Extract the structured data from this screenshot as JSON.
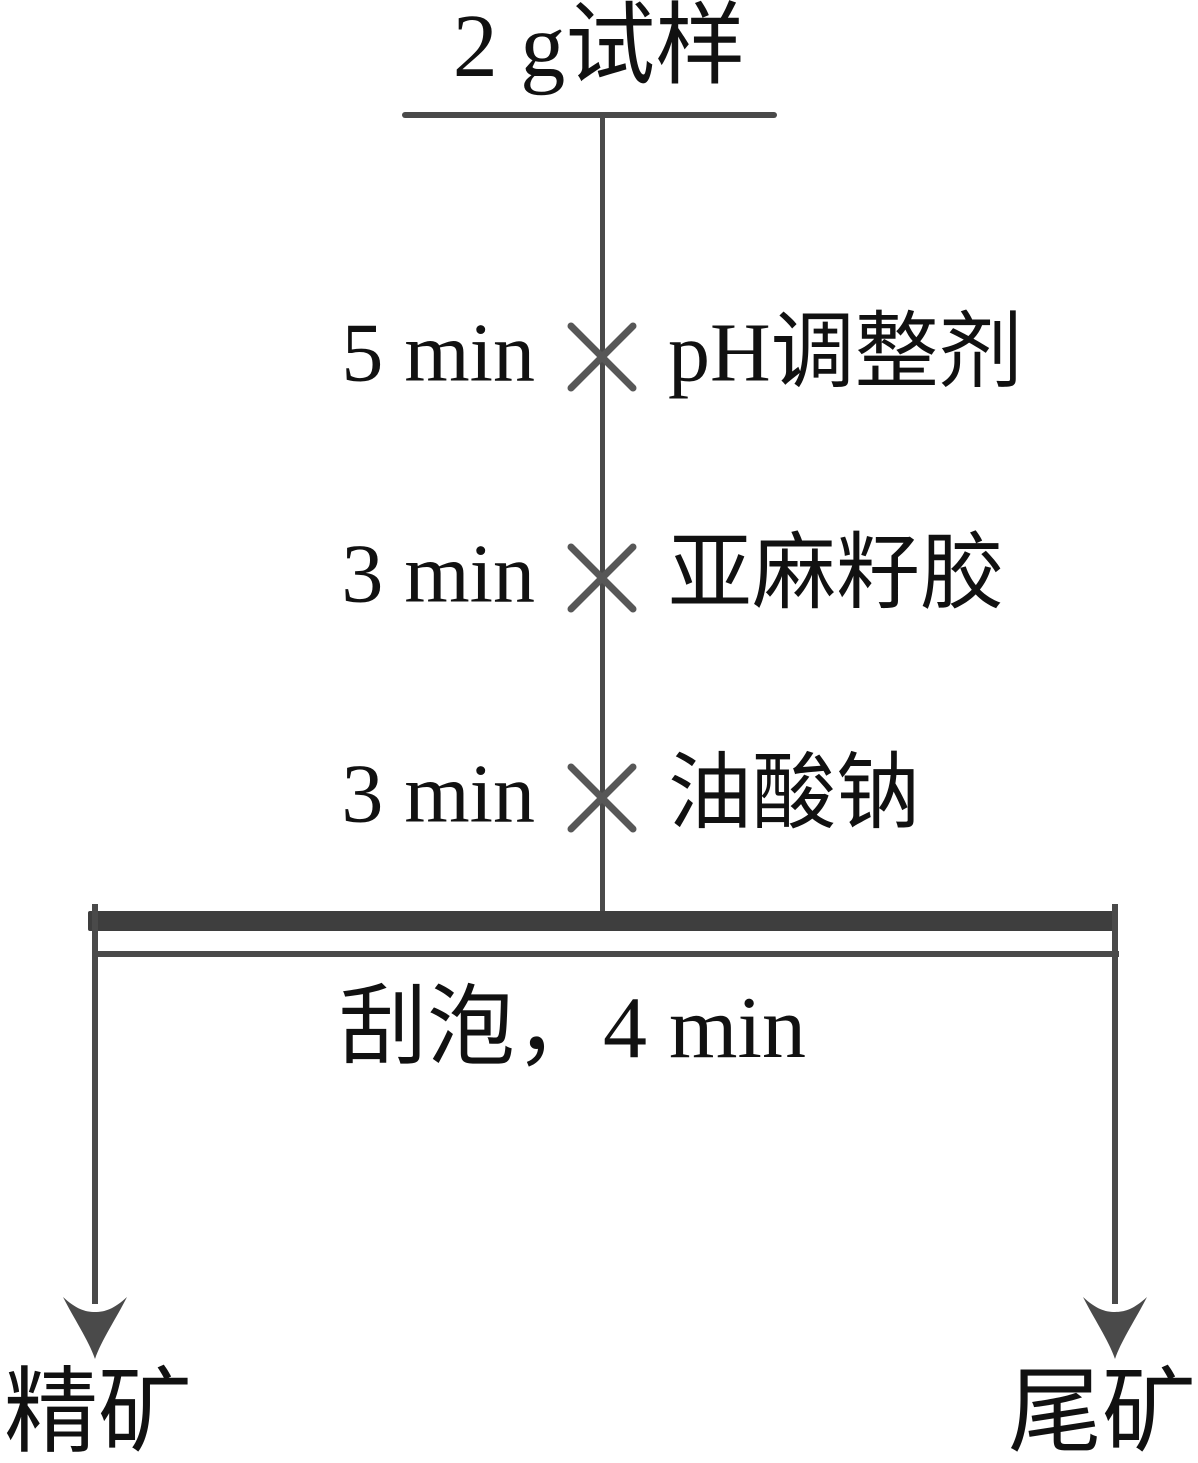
{
  "diagram": {
    "type": "flotation-flowsheet",
    "title": "2 g试样",
    "reagent_steps": [
      {
        "time": "5 min",
        "reagent": "pH调整剂"
      },
      {
        "time": "3 min",
        "reagent": "亚麻籽胶"
      },
      {
        "time": "3 min",
        "reagent": "油酸钠"
      }
    ],
    "froth_label": "刮泡，4 min",
    "outputs": {
      "left": "精矿",
      "right": "尾矿"
    },
    "colors": {
      "text": "#111111",
      "line": "#4a4a4a",
      "bar": "#3e3e3e",
      "x_mark": "#575757",
      "bg": "#ffffff"
    }
  }
}
